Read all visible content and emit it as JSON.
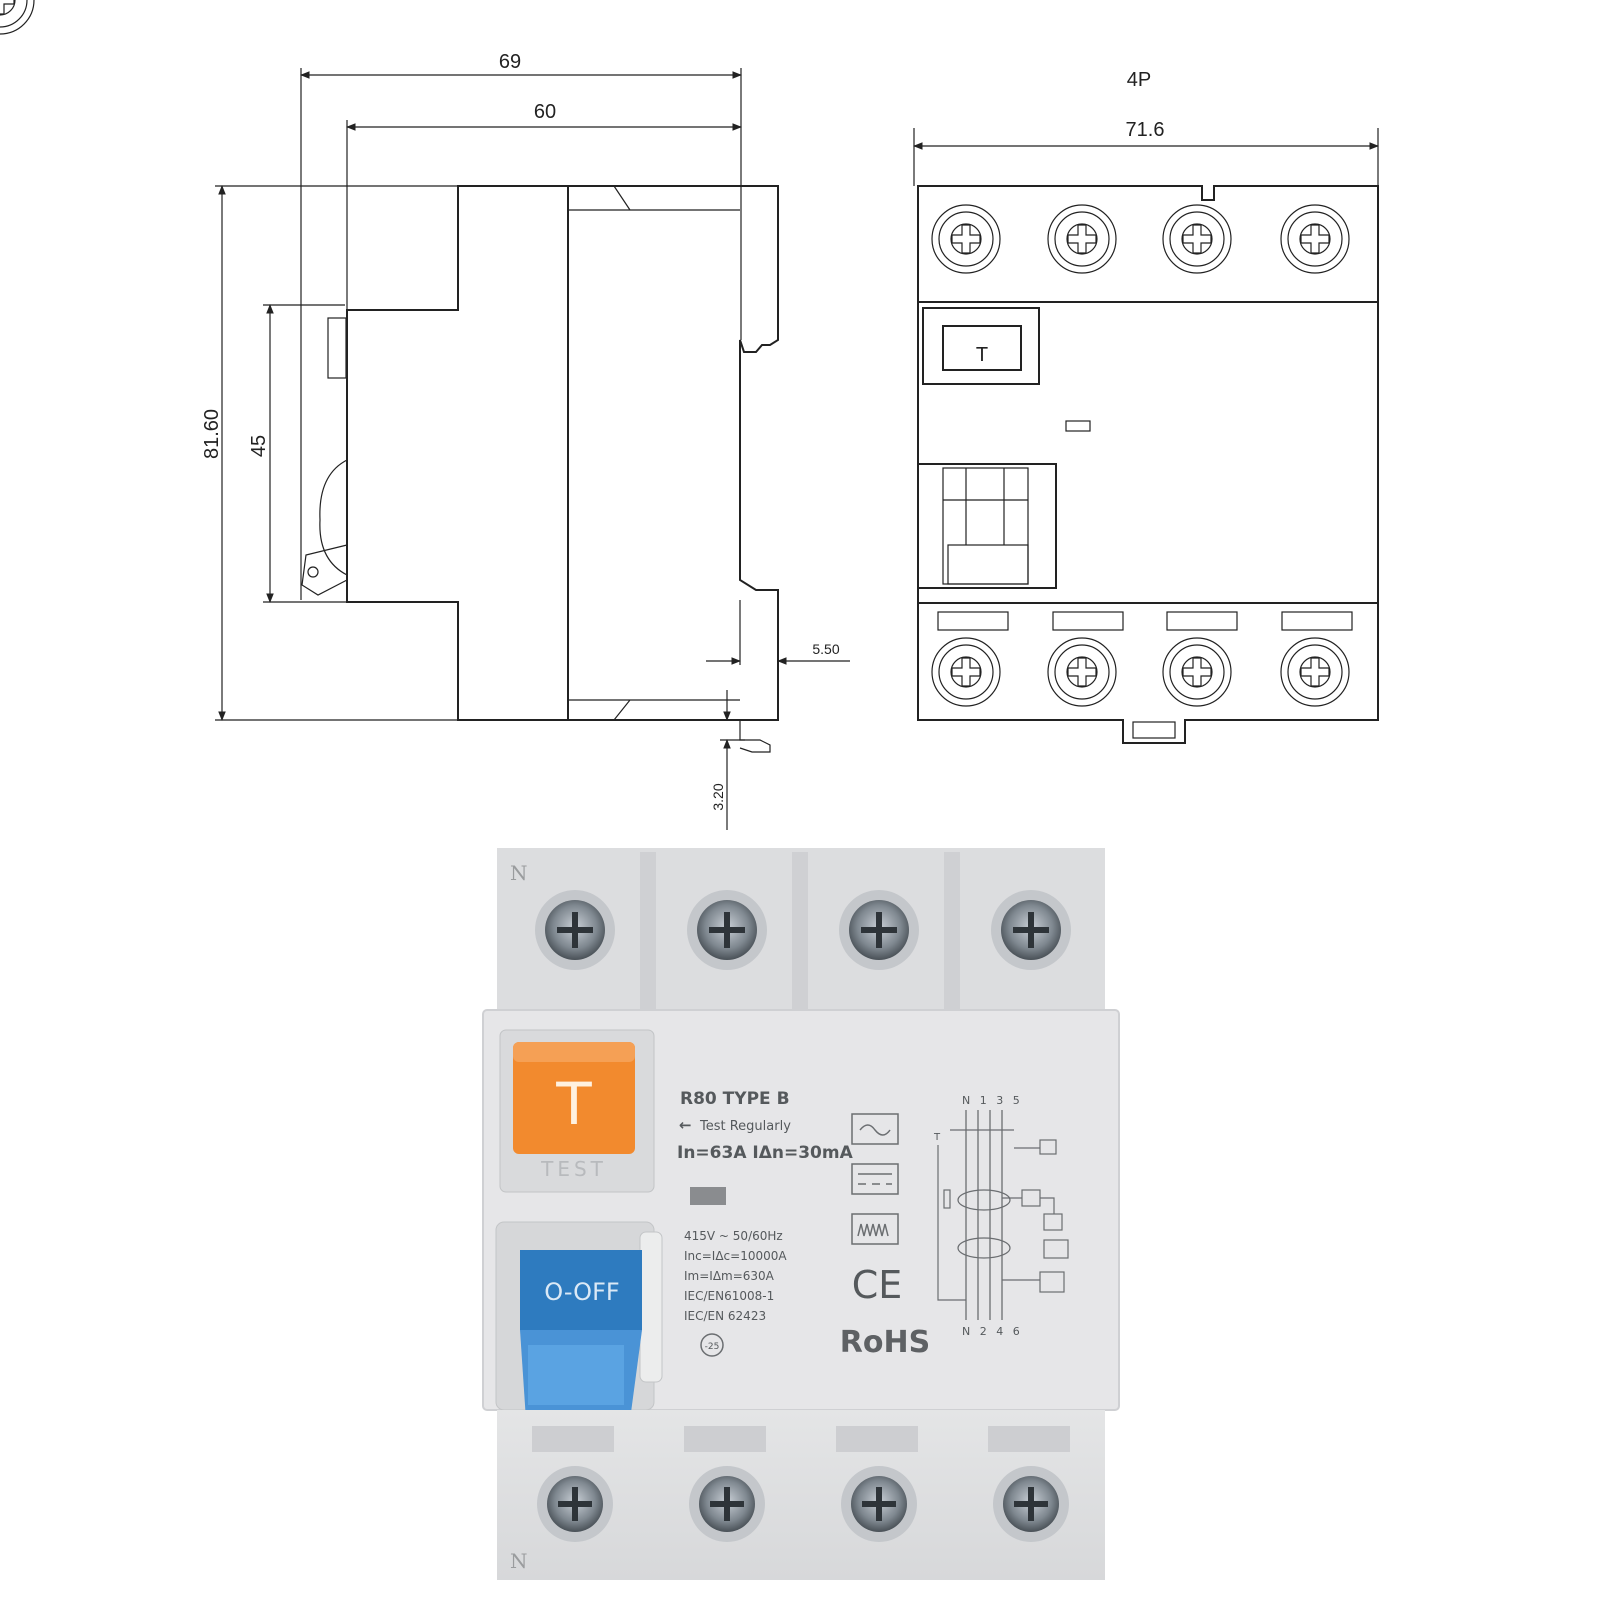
{
  "side_view": {
    "dim_width_total": "69",
    "dim_width_body": "60",
    "dim_height_total": "81.60",
    "dim_height_rail": "45",
    "dim_depth_small": "5.50",
    "dim_clip": "3.20"
  },
  "front_view": {
    "poles_label": "4P",
    "dim_width": "71.6",
    "test_key_letter": "T"
  },
  "photo": {
    "test_button_letter": "T",
    "test_caption": "TEST",
    "model": "R80  TYPE B",
    "test_regularly": "Test Regularly",
    "ratings": "In=63A IΔn=30mA",
    "spec_lines": [
      "415V ~ 50/60Hz",
      "Inc=IΔc=10000A",
      "Im=IΔm=630A",
      "IEC/EN61008-1",
      "IEC/EN 62423"
    ],
    "temp_mark": "-25",
    "switch_label": "O-OFF",
    "ce_mark": "CE",
    "rohs_mark": "RoHS",
    "terminals_top": "N 1 3 5",
    "terminals_bottom": "N 2 4 6",
    "schematic_test_mark": "T",
    "neutral_mark": "N"
  }
}
